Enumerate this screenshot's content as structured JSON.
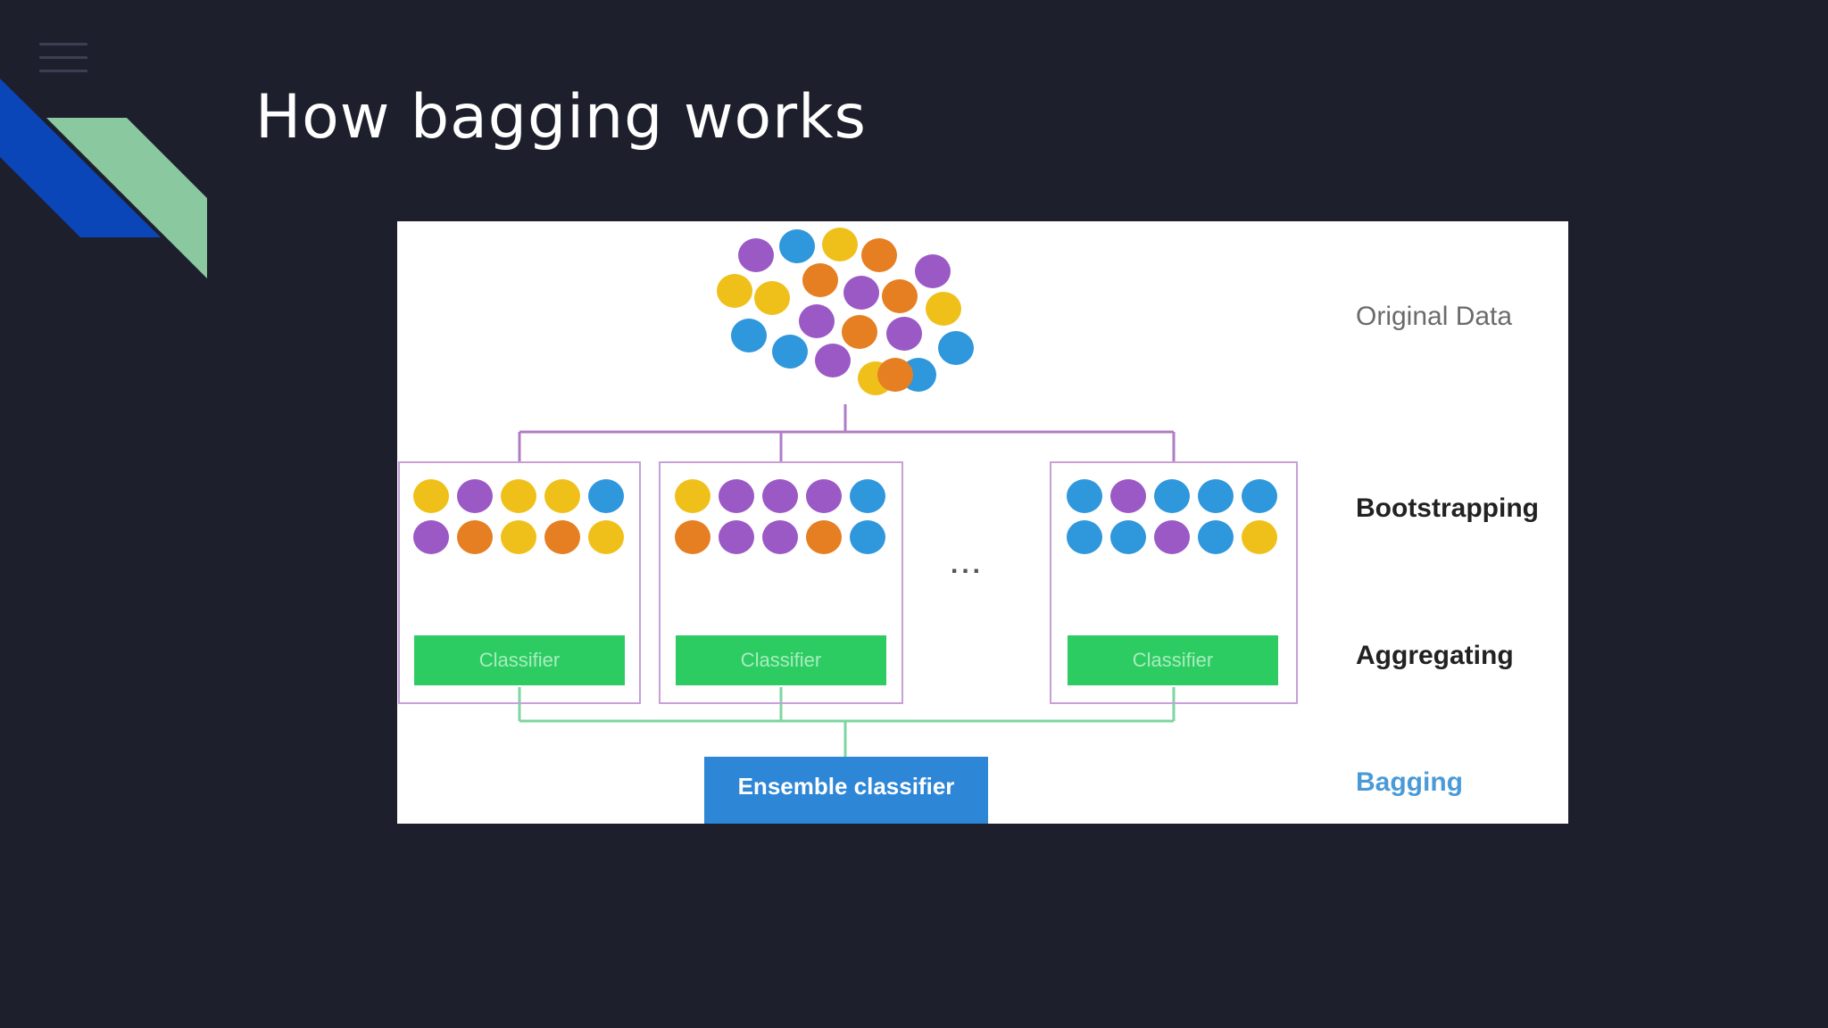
{
  "slide": {
    "title": "How bagging works"
  },
  "colors": {
    "background": "#1d1f2c",
    "purple": "#9b59c6",
    "blue": "#2f97dc",
    "yellow": "#f0c01a",
    "orange": "#e67e22",
    "green": "#2dcc63",
    "ensemble": "#2e86d6",
    "connector_purple": "#b07cc6",
    "connector_green": "#7ed6a0"
  },
  "diagram": {
    "row_labels": {
      "original": "Original Data",
      "bootstrapping": "Bootstrapping",
      "aggregating": "Aggregating",
      "bagging": "Bagging"
    },
    "classifier_label": "Classifier",
    "ellipsis": "...",
    "ensemble_label": "Ensemble classifier",
    "original_data": [
      "purple",
      "blue",
      "yellow",
      "orange",
      "purple",
      "yellow",
      "yellow",
      "orange",
      "purple",
      "orange",
      "yellow",
      "blue",
      "purple",
      "orange",
      "purple",
      "blue",
      "blue",
      "purple",
      "yellow",
      "blue",
      "orange"
    ],
    "samples": [
      {
        "top": [
          "yellow",
          "purple",
          "yellow",
          "yellow",
          "blue"
        ],
        "bottom": [
          "purple",
          "orange",
          "yellow",
          "orange",
          "yellow"
        ]
      },
      {
        "top": [
          "yellow",
          "purple",
          "purple",
          "purple",
          "blue"
        ],
        "bottom": [
          "orange",
          "purple",
          "purple",
          "orange",
          "blue"
        ]
      },
      {
        "top": [
          "blue",
          "purple",
          "blue",
          "blue",
          "blue"
        ],
        "bottom": [
          "blue",
          "blue",
          "purple",
          "blue",
          "yellow"
        ]
      }
    ]
  }
}
